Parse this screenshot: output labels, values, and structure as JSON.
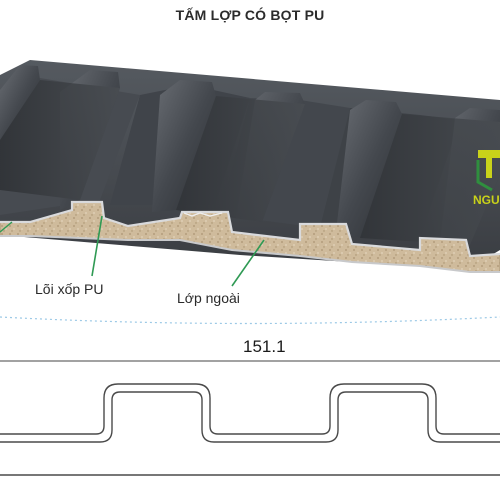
{
  "title": "TẤM LỢP CÓ BỌT PU",
  "labels": {
    "core": "Lõi xốp PU",
    "outer": "Lớp ngoài"
  },
  "dimension": "151.1",
  "brand": {
    "text": "NGUYỄ",
    "logo": "logo-mark",
    "color": "#c9d21a"
  },
  "colors": {
    "sheet": "#3c3f44",
    "foam": "#cdb89a",
    "leader": "#2f9a54"
  }
}
